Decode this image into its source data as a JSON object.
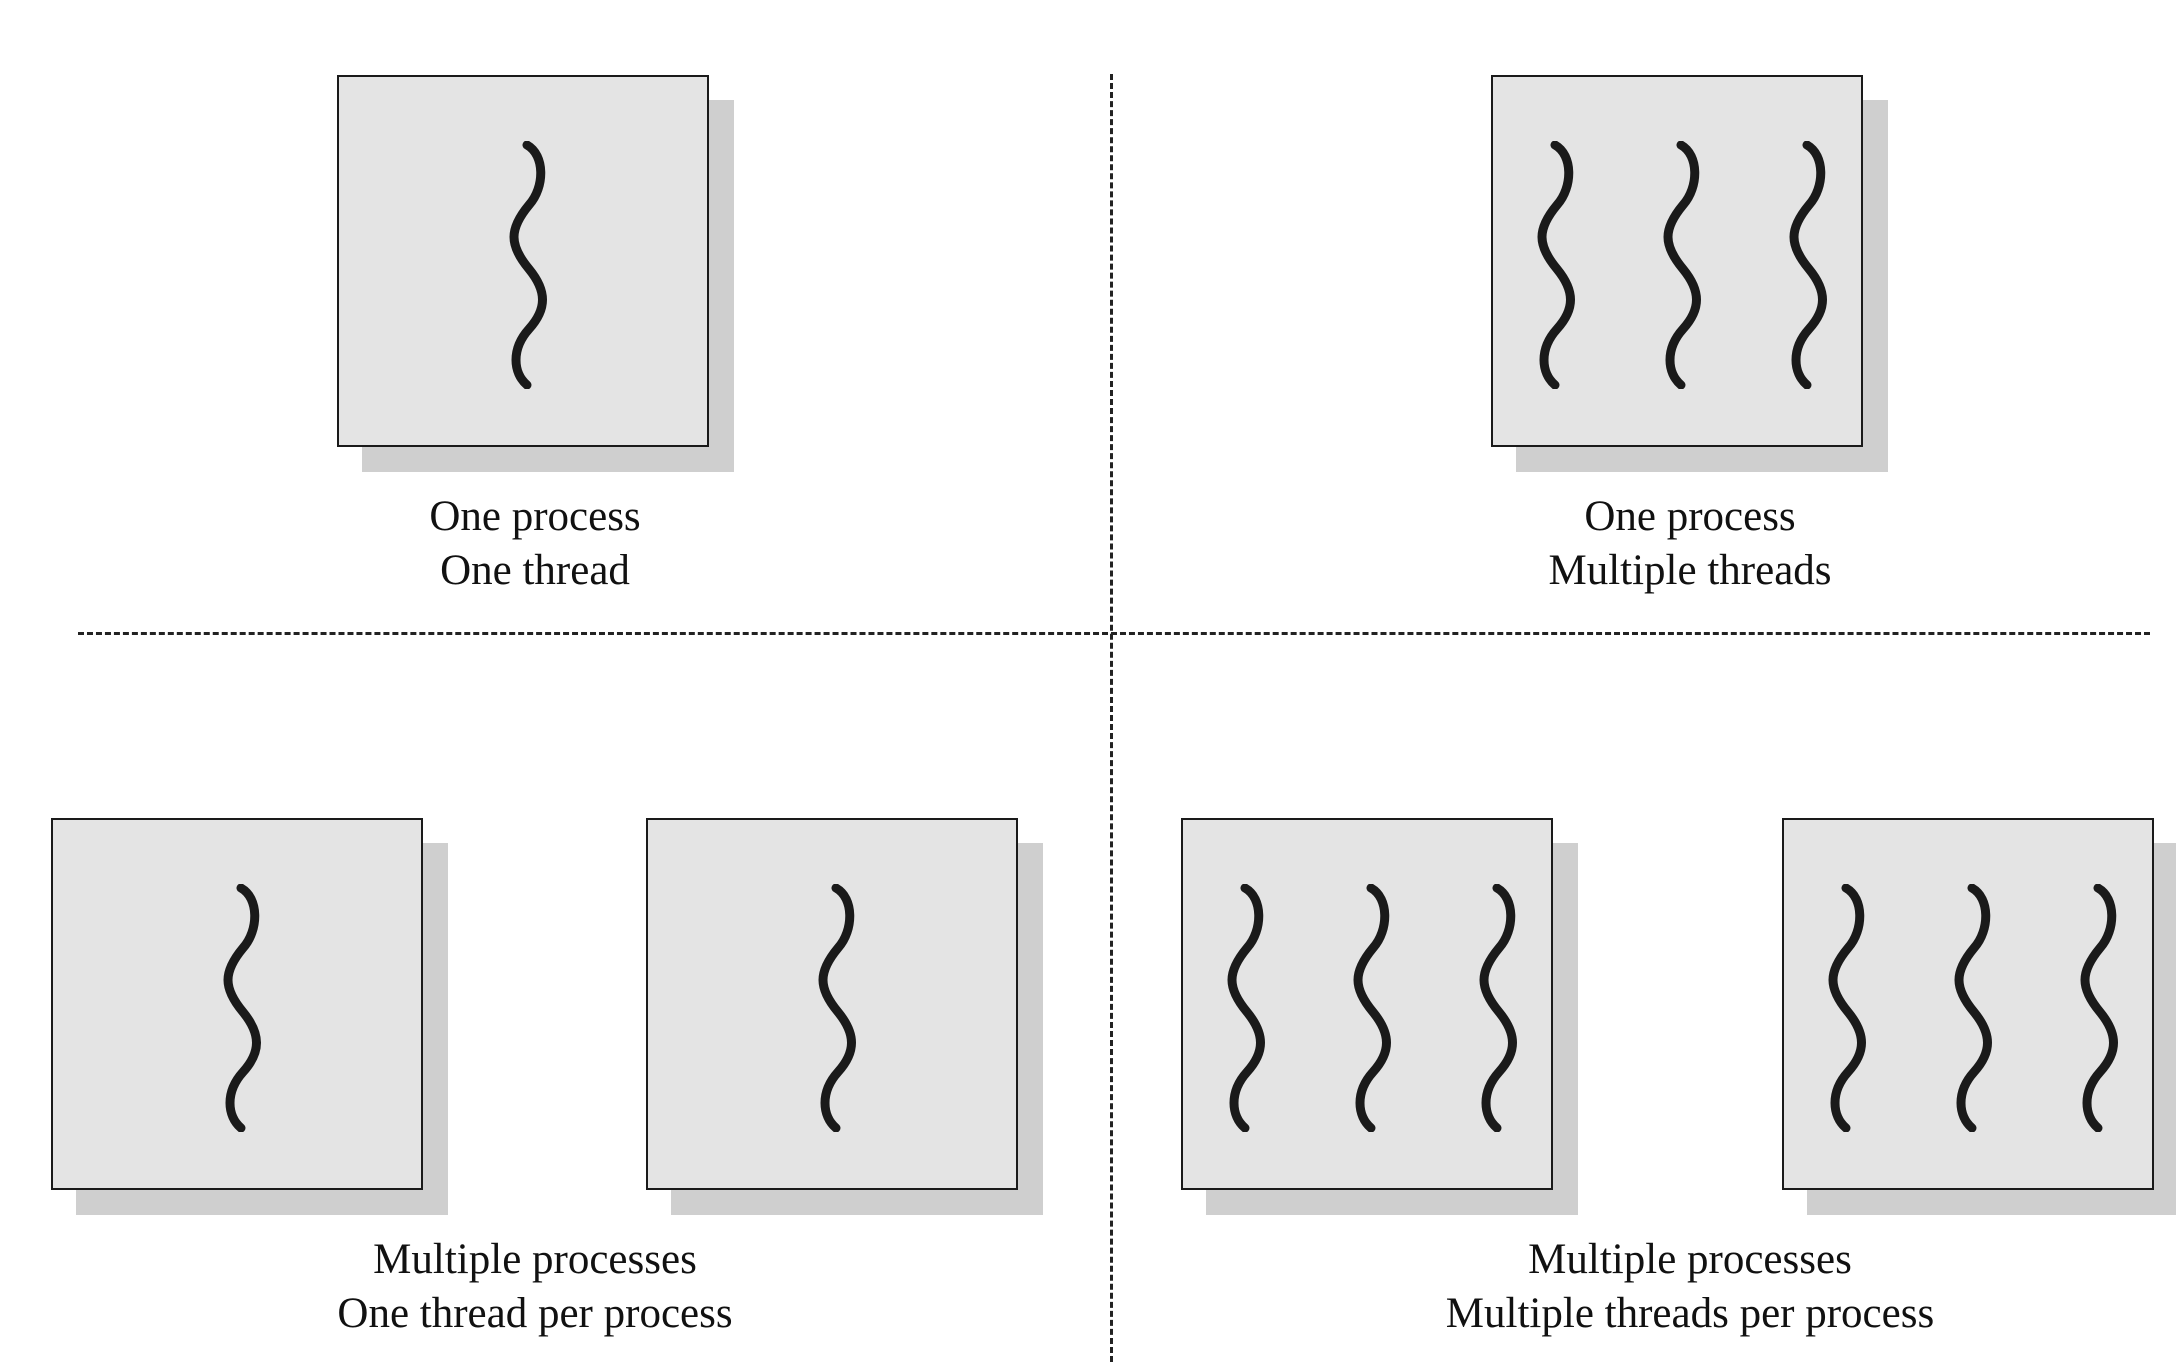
{
  "quadrants": [
    {
      "id": "top-left",
      "processes": [
        {
          "threads": 1
        }
      ],
      "caption": {
        "line1": "One process",
        "line2": "One thread"
      }
    },
    {
      "id": "top-right",
      "processes": [
        {
          "threads": 3
        }
      ],
      "caption": {
        "line1": "One process",
        "line2": "Multiple threads"
      }
    },
    {
      "id": "bottom-left",
      "processes": [
        {
          "threads": 1
        },
        {
          "threads": 1
        }
      ],
      "caption": {
        "line1": "Multiple processes",
        "line2": "One thread per process"
      }
    },
    {
      "id": "bottom-right",
      "processes": [
        {
          "threads": 3
        },
        {
          "threads": 3
        }
      ],
      "caption": {
        "line1": "Multiple processes",
        "line2": "Multiple threads per process"
      }
    }
  ],
  "colors": {
    "box_fill": "#e4e4e4",
    "box_shadow": "#cfcfcf",
    "thread_stroke": "#1a1a1a",
    "divider": "#222222"
  },
  "icons": {
    "thread": "wavy-thread-icon",
    "process": "process-box"
  }
}
